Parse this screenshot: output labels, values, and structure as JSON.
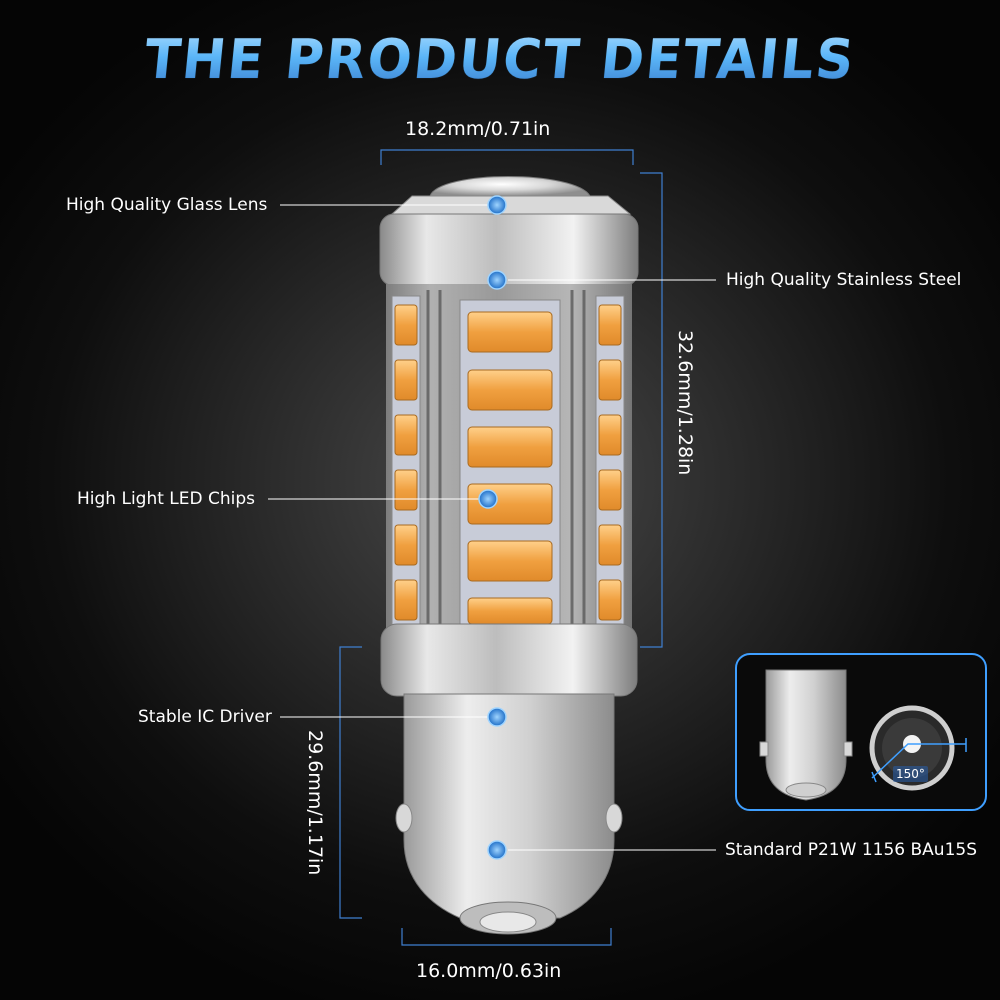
{
  "title": "THE PRODUCT DETAILS",
  "dimensions": {
    "top_width": "18.2mm/0.71in",
    "head_height": "32.6mm/1.28in",
    "base_height": "29.6mm/1.17in",
    "bottom_width": "16.0mm/0.63in"
  },
  "callouts": {
    "glass_lens": "High Quality Glass Lens",
    "stainless_steel": "High Quality Stainless Steel",
    "led_chips": "High Light LED Chips",
    "ic_driver": "Stable IC Driver",
    "standard": "Standard P21W 1156 BAu15S"
  },
  "inset": {
    "beam_angle": "150°"
  },
  "colors": {
    "accent_blue": "#3f9fff",
    "led_amber": "#f0a040",
    "metal": "#c9c9c9"
  }
}
